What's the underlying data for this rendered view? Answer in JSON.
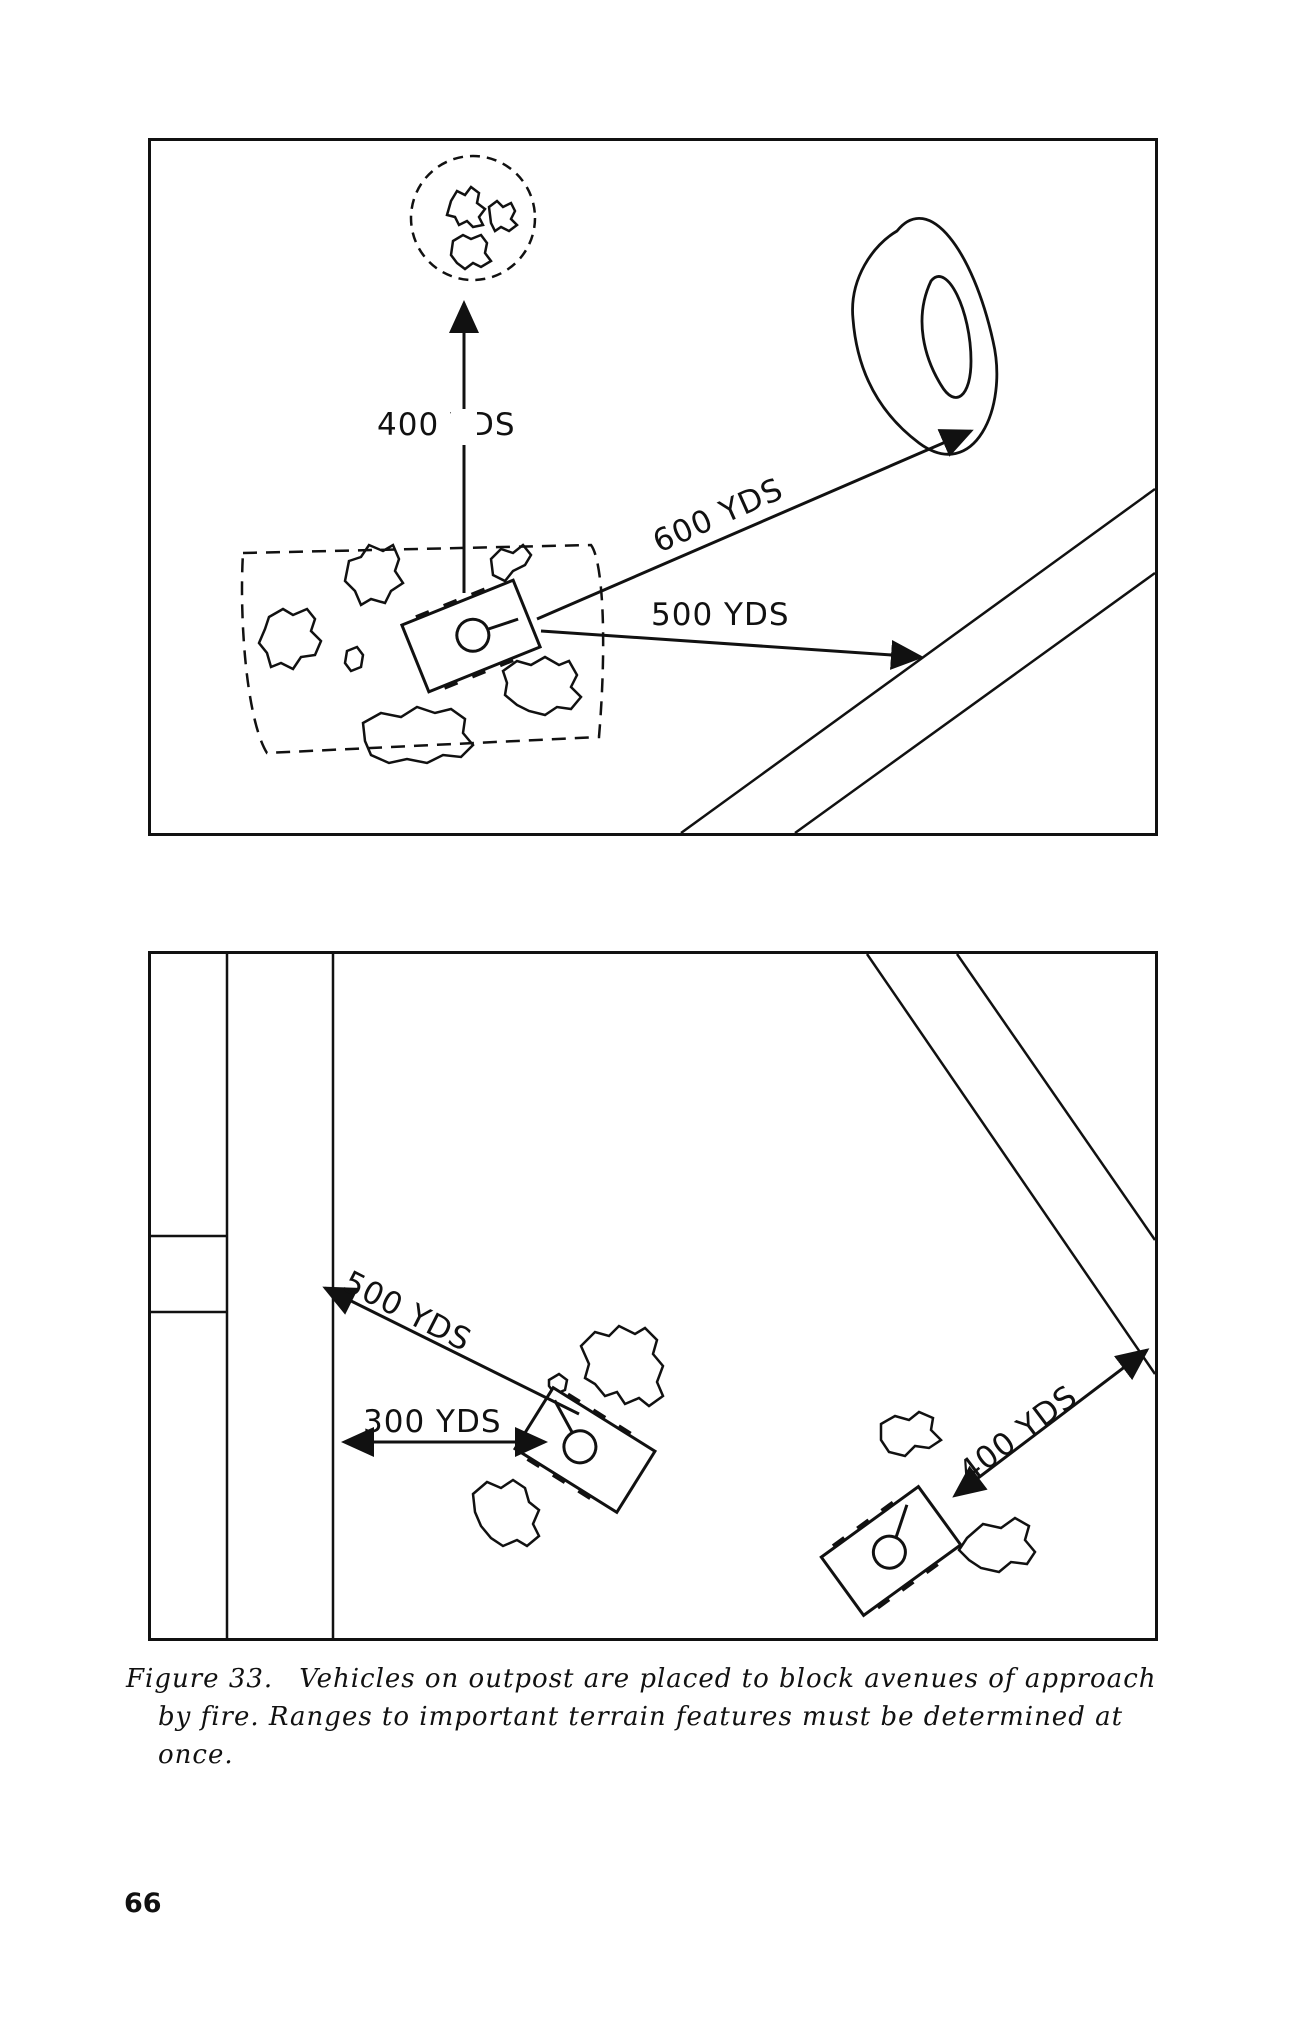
{
  "top_diagram": {
    "labels": {
      "north": "400 YDS",
      "pond": "600 YDS",
      "road": "500 YDS"
    }
  },
  "bottom_diagram": {
    "labels": {
      "west_far": "500 YDS",
      "west_near": "300 YDS",
      "northeast": "400 YDS"
    }
  },
  "caption": {
    "figure": "Figure 33.",
    "line1": "Vehicles on outpost are placed to block avenues of approach",
    "line2": "by fire. Ranges to important terrain features must be determined at",
    "line3": "once."
  },
  "page_number": "66"
}
